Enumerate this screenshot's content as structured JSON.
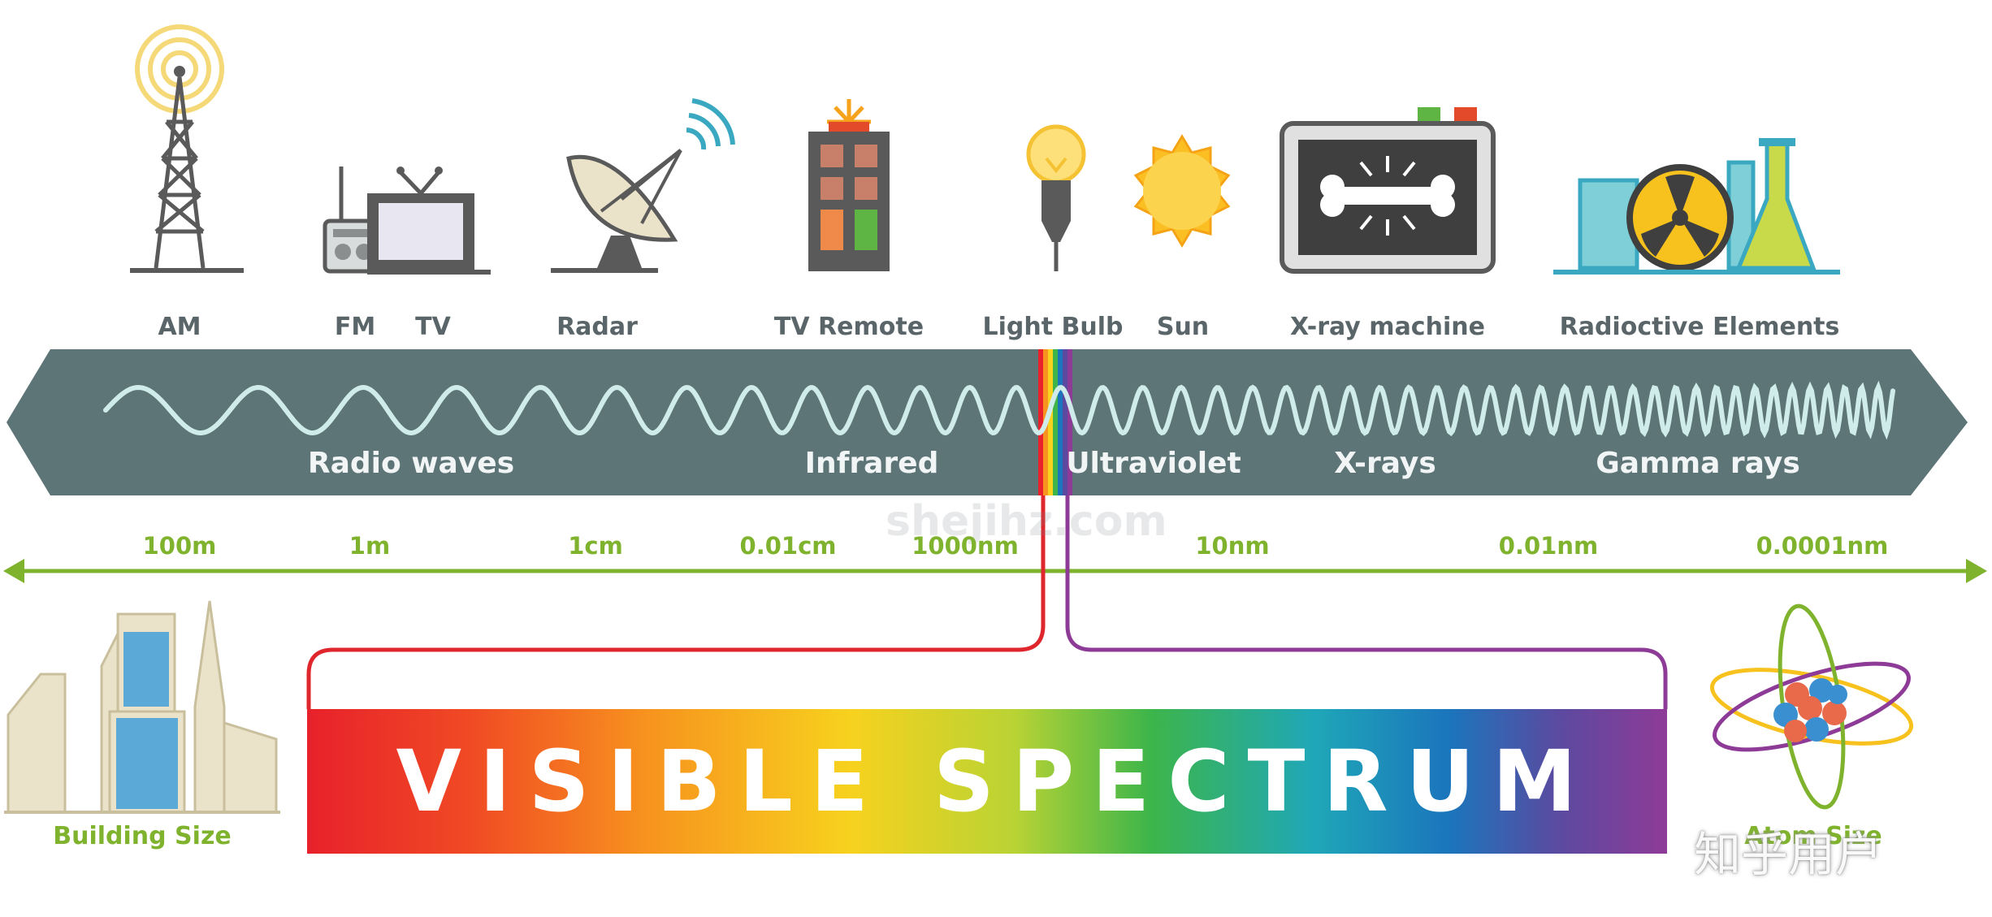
{
  "sources": [
    {
      "id": "am",
      "label": "AM",
      "icon": "radio-tower-icon"
    },
    {
      "id": "fm",
      "label": "FM",
      "icon": "radio-icon"
    },
    {
      "id": "tv",
      "label": "TV",
      "icon": "television-icon"
    },
    {
      "id": "radar",
      "label": "Radar",
      "icon": "satellite-dish-icon"
    },
    {
      "id": "tv-remote",
      "label": "TV Remote",
      "icon": "remote-control-icon"
    },
    {
      "id": "light-bulb",
      "label": "Light Bulb",
      "icon": "light-bulb-icon"
    },
    {
      "id": "sun",
      "label": "Sun",
      "icon": "sun-icon"
    },
    {
      "id": "xray-machine",
      "label": "X-ray machine",
      "icon": "xray-machine-icon"
    },
    {
      "id": "radioactive",
      "label": "Radioctive Elements",
      "icon": "radioactive-elements-icon"
    }
  ],
  "bands": [
    {
      "id": "radio",
      "label": "Radio waves"
    },
    {
      "id": "infrared",
      "label": "Infrared"
    },
    {
      "id": "ultraviolet",
      "label": "Ultraviolet"
    },
    {
      "id": "xrays",
      "label": "X-rays"
    },
    {
      "id": "gamma",
      "label": "Gamma rays"
    }
  ],
  "scale": [
    "100m",
    "1m",
    "1cm",
    "0.01cm",
    "1000nm",
    "10nm",
    "0.01nm",
    "0.0001nm"
  ],
  "visible_spectrum": {
    "title": "VISIBLE SPECTRUM"
  },
  "size_examples": {
    "building": "Building Size",
    "atom": "Atom Size"
  },
  "watermarks": {
    "site": "shejihz.com",
    "zhihu": "知乎用户"
  },
  "colors": {
    "band_fill": "#5e7578",
    "scale_green": "#7fb32e",
    "label_gray": "#5a6569",
    "wave": "#bfe3e3",
    "red_line": "#e0262d",
    "purple_line": "#8e3b97"
  }
}
